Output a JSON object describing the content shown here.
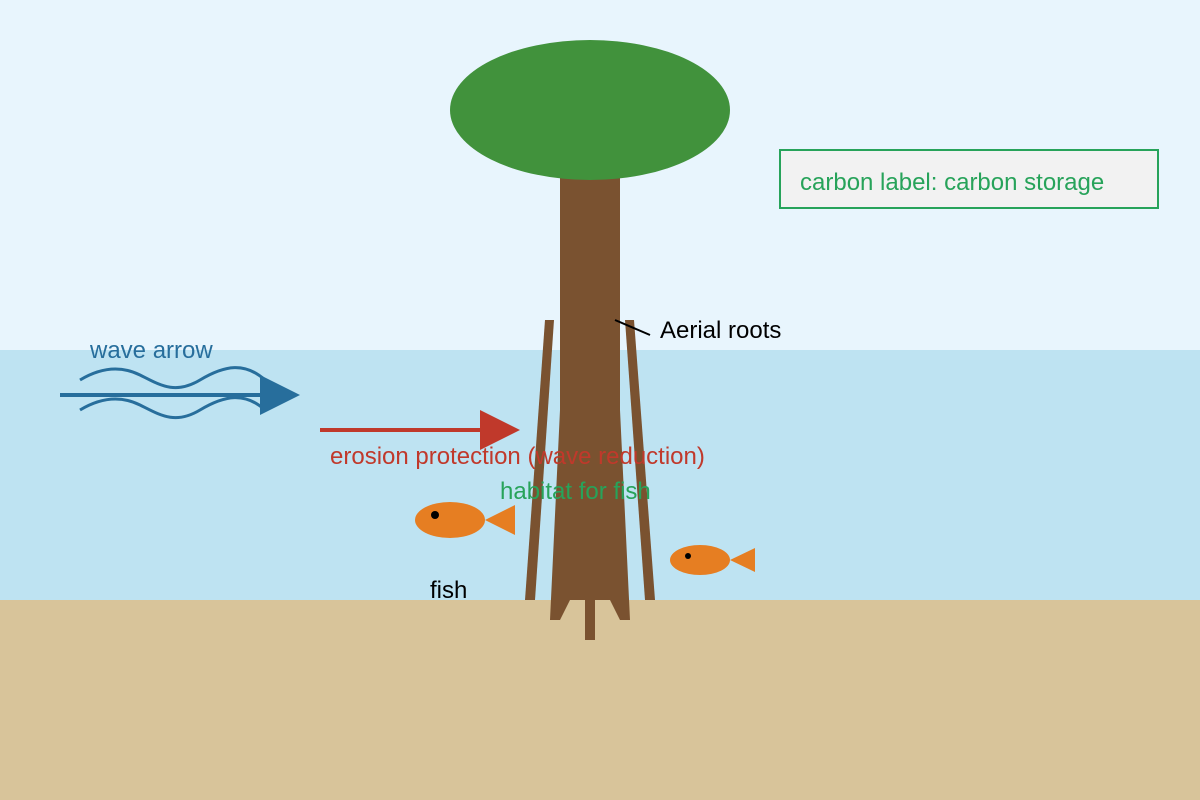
{
  "colors": {
    "sky": "#e8f5fd",
    "water": "#bee3f2",
    "sediment": "#d8c49a",
    "trunk": "#7a5230",
    "canopy": "#41923c",
    "wave": "#276e9c",
    "erosion": "#c0392b",
    "carbon": "#27a35a",
    "fish": "#e67e22",
    "text": "#000000"
  },
  "labels": {
    "wave": "wave arrow",
    "aerial_roots": "Aerial roots",
    "erosion": "erosion protection (wave reduction)",
    "habitat": "habitat for fish",
    "fish": "fish",
    "carbon": "carbon label: carbon storage"
  },
  "icons": {
    "canopy": "tree-canopy",
    "trunk": "tree-trunk",
    "roots": "prop-roots",
    "wave": "wave-arrow-icon",
    "erosion": "arrow-right-icon",
    "fish": "fish-icon"
  }
}
